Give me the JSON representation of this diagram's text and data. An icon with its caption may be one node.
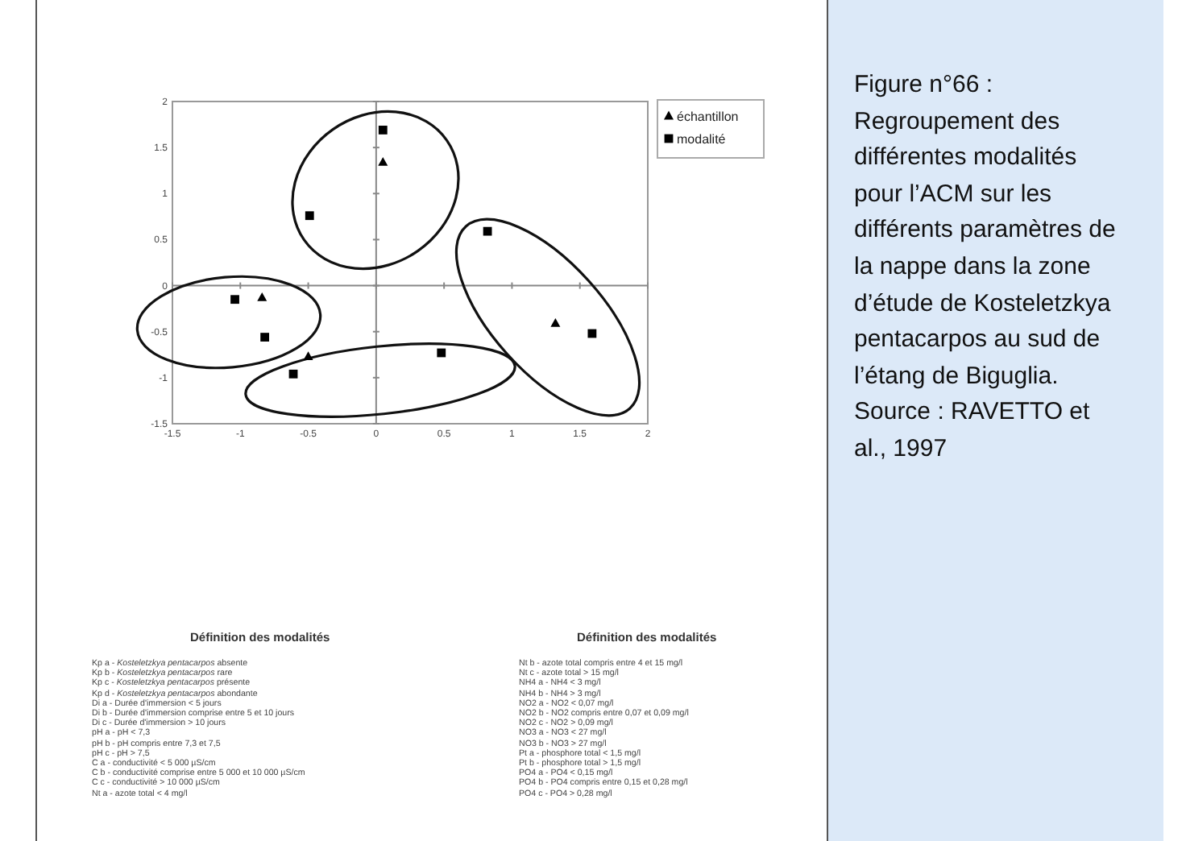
{
  "diagram": {
    "caption": "Figure n°66 : Regroupement des différentes modalités pour l’ACM sur les différents paramètres de la nappe dans la zone d’étude de Kosteletzkya pentacarpos au sud de l’étang de Biguglia. Source : RAVETTO et al., 1997",
    "labels": [
      "Définition des modalités",
      "Kp a - *Kosteletzkya pentacarpos* absente",
      "Kp b - *Kosteletzkya pentacarpos* rare",
      "Kp c - *Kosteletzkya pentacarpos* présente",
      "Kp d - *Kosteletzkya pentacarpos* abondante",
      "Di a - Durée d'immersion < 5 jours",
      "Di b - Durée d'immersion comprise entre 5 et 10 jours",
      "Di c - Durée d'immersion > 10 jours",
      "pH a - pH < 7,3",
      "pH b - pH compris entre 7,3 et 7,5",
      "pH c - pH > 7,5",
      "C a - conductivité < 5 000 µS/cm",
      "C b - conductivité comprise entre 5 000 et 10 000 µS/cm",
      "C c - conductivité > 10 000 µS/cm",
      "Nt a - azote total < 4 mg/l",
      "Définition des modalités",
      "Nt b - azote total compris entre 4 et 15 mg/l",
      "Nt c - azote total > 15 mg/l",
      "NH4 a - NH4 < 3 mg/l",
      "NH4 b - NH4 > 3 mg/l",
      "NO2 a - NO2 < 0,07 mg/l",
      "NO2 b - NO2 compris entre 0,07 et 0,09 mg/l",
      "NO2 c - NO2 > 0,09 mg/l",
      "NO3 a - NO3 < 27 mg/l",
      "NO3 b - NO3 > 27 mg/l",
      "Pt a - phosphore total < 1,5 mg/l",
      "Pt b - phosphore total > 1,5 mg/l",
      "PO4 a - PO4 < 0,15 mg/l",
      "PO4 b - PO4 compris entre 0,15 et 0,28 mg/l",
      "PO4 c - PO4 > 0,28 mg/l"
    ],
    "chart_data": {
      "type": "scatter",
      "legend": "right",
      "xlim": [
        -1.5,
        2
      ],
      "ylim": [
        -1.5,
        2
      ],
      "xticks": [
        -1.5,
        -1,
        -0.5,
        0,
        0.5,
        1,
        1.5,
        2
      ],
      "yticks": [
        -1.5,
        -1,
        -0.5,
        0,
        0.5,
        1,
        1.5,
        2
      ],
      "series": [
        {
          "name": "échantillon",
          "color": "#000000",
          "x": [
            0.05,
            -0.84,
            -0.5,
            1.32
          ],
          "values": [
            1.34,
            -0.13,
            -0.77,
            -0.41
          ]
        },
        {
          "name": "modalité",
          "color": "#000000",
          "x": [
            0.05,
            -0.49,
            0.82,
            -1.04,
            -0.82,
            -0.61,
            0.48,
            1.59
          ],
          "values": [
            1.69,
            0.76,
            0.59,
            -0.15,
            -0.56,
            -0.96,
            -0.73,
            -0.52
          ]
        }
      ]
    }
  }
}
